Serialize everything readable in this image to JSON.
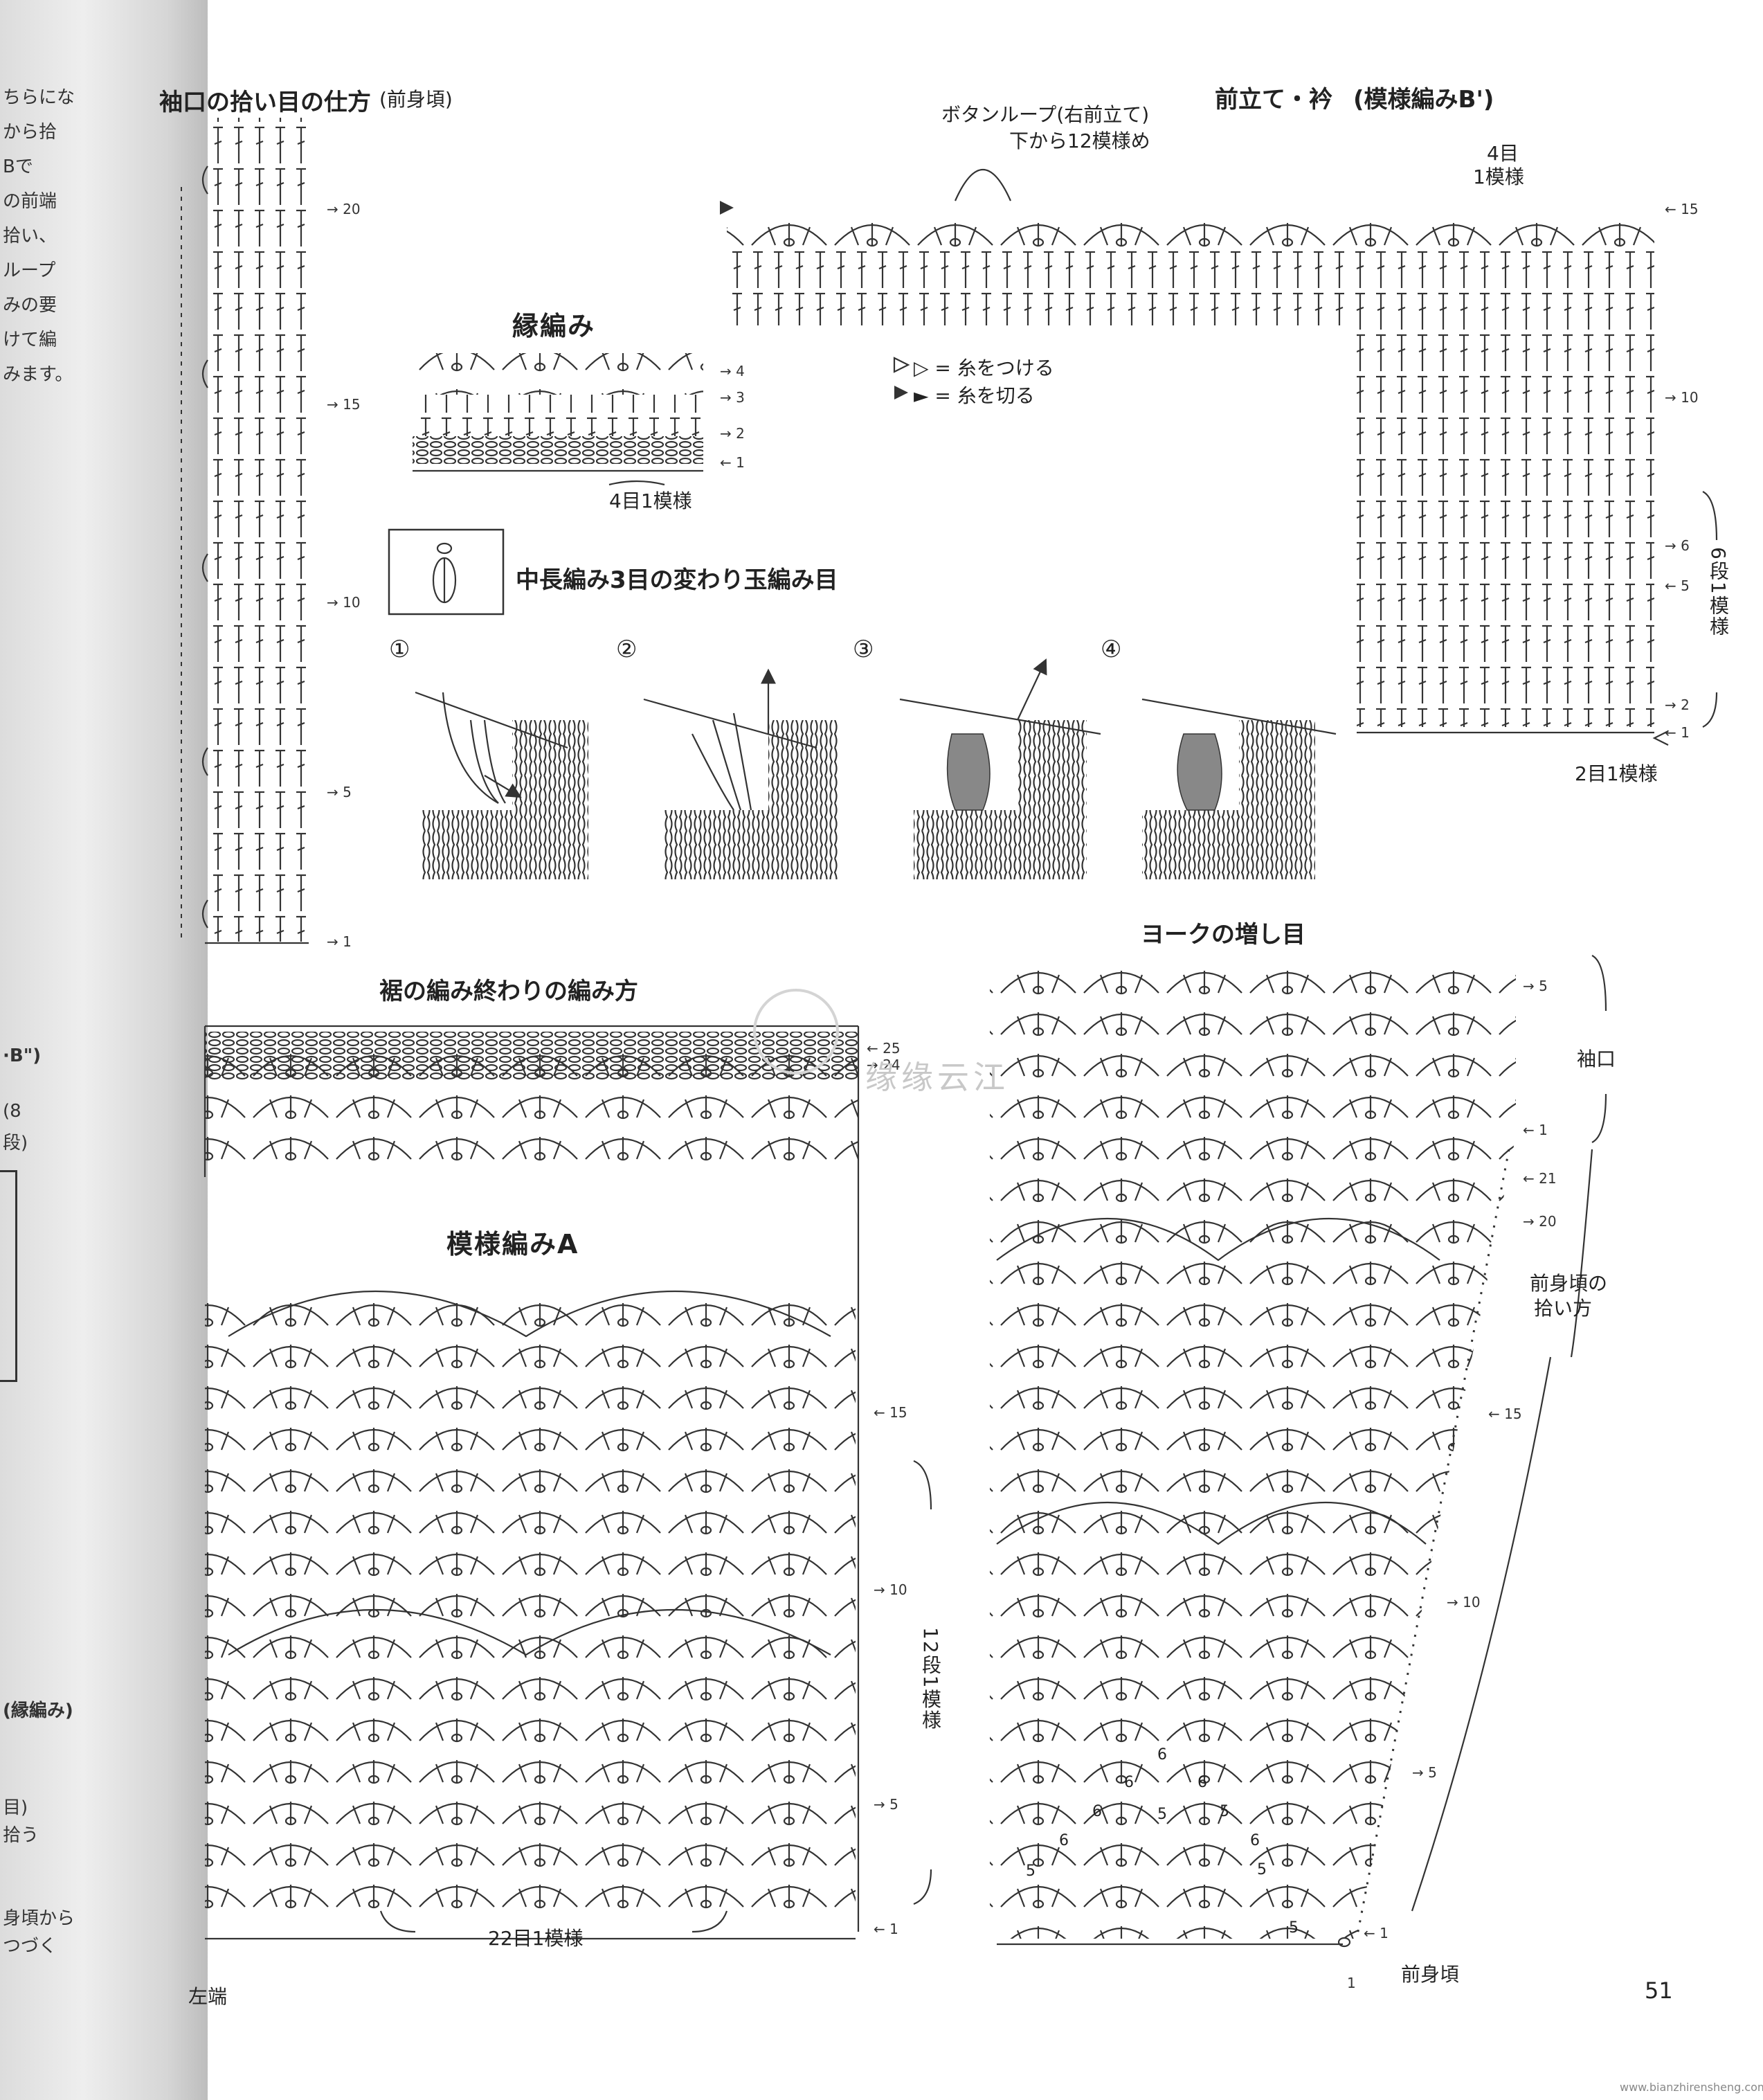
{
  "page_number": "51",
  "gutter_snippets": [
    "ちらにな",
    "から拾",
    "Bで",
    "の前端",
    "拾い、",
    "ループ",
    "みの要",
    "けて編",
    "みます。",
    "·B\")",
    "(8",
    "段)",
    "(縁編み)",
    "目)",
    "拾う",
    "身頃から",
    "つづく"
  ],
  "left_chart": {
    "title": "袖口の拾い目の仕方",
    "subtitle": "(前身頃)",
    "rows": [
      "20",
      "15",
      "10",
      "5",
      "1"
    ]
  },
  "edging": {
    "title": "縁編み",
    "rows": [
      "4",
      "3",
      "2",
      "1"
    ],
    "repeat": "4目1模様"
  },
  "stitch_symbol": {
    "title": "中長編み3目の変わり玉編み目",
    "steps": [
      "①",
      "②",
      "③",
      "④"
    ]
  },
  "front_band": {
    "title": "前立て・衿",
    "subtitle": "(模様編みB')",
    "button_loop_line1": "ボタンループ(右前立て)",
    "button_loop_line2": "下から12模様め",
    "repeat_top_1": "4目",
    "repeat_top_2": "1模様",
    "legend_attach": "▷ = 糸をつける",
    "legend_cut": "► = 糸を切る",
    "rows": [
      "15",
      "10",
      "6",
      "5",
      "2",
      "1"
    ],
    "side_repeat": "6段1模様",
    "bottom_repeat": "2目1模様"
  },
  "hem_finish": {
    "title": "裾の編み終わりの編み方",
    "rows": [
      "25",
      "24"
    ]
  },
  "pattern_a": {
    "title": "模様編みA",
    "rows": [
      "15",
      "10",
      "5",
      "1"
    ],
    "side_repeat": "12段1模様",
    "bottom_repeat": "22目1模様",
    "left_end": "左端"
  },
  "yoke": {
    "title": "ヨークの増し目",
    "rows": [
      "5",
      "1",
      "21",
      "20",
      "15",
      "10",
      "5",
      "1"
    ],
    "cuff_label": "袖口",
    "pickup_label_1": "前身頃の",
    "pickup_label_2": "拾い方",
    "front_body": "前身頃",
    "bottom_mark": "1",
    "inner_numbers": [
      "6",
      "6",
      "6",
      "6",
      "5",
      "5",
      "6",
      "6",
      "5",
      "5",
      "5"
    ]
  },
  "watermark_text": "缘缘云江",
  "footer_url": "www.bianzhirensheng.com"
}
